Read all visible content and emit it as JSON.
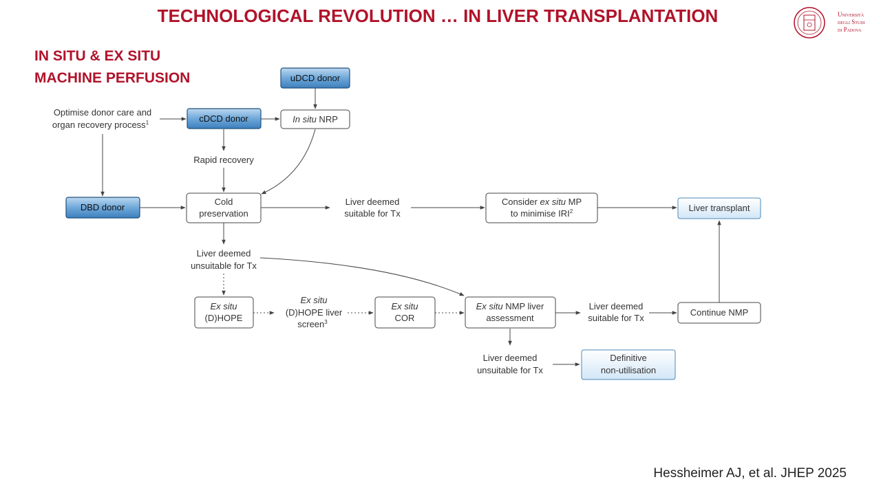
{
  "slide": {
    "title": "TECHNOLOGICAL REVOLUTION … IN LIVER TRANSPLANTATION",
    "subtitle_line1": "IN SITU & EX SITU",
    "subtitle_line2": "MACHINE PERFUSION",
    "logo_text_line1": "Università",
    "logo_text_line2": "degli Studi",
    "logo_text_line3": "di Padova",
    "citation": "Hessheimer AJ, et al. JHEP 2025"
  },
  "nodes": {
    "udcd": {
      "line1": "uDCD donor"
    },
    "cdcd": {
      "line1": "cDCD donor"
    },
    "nrp": {
      "italic": "In situ",
      "rest": " NRP"
    },
    "dbd": {
      "line1": "DBD donor"
    },
    "cold": {
      "line1": "Cold",
      "line2": "preservation"
    },
    "consider": {
      "pre": "Consider ",
      "italic": "ex situ",
      "post": " MP",
      "line2": "to minimise IRI",
      "sup": "2"
    },
    "transplant": {
      "line1": "Liver transplant"
    },
    "dhope": {
      "italic": "Ex situ",
      "line2": "(D)HOPE"
    },
    "cor": {
      "italic": "Ex situ",
      "line2": "COR"
    },
    "nmp": {
      "italic": "Ex situ",
      "rest": " NMP liver",
      "line2": "assessment"
    },
    "continue": {
      "line1": "Continue NMP"
    },
    "nonutil": {
      "line1": "Definitive",
      "line2": "non-utilisation"
    }
  },
  "labels": {
    "optimise": {
      "line1": "Optimise donor care and",
      "line2": "organ recovery process",
      "sup": "1"
    },
    "rapid": {
      "line1": "Rapid recovery"
    },
    "suitable1": {
      "line1": "Liver deemed",
      "line2": "suitable for Tx"
    },
    "unsuitable1": {
      "line1": "Liver deemed",
      "line2": "unsuitable for Tx"
    },
    "screen": {
      "italic": "Ex situ",
      "line2": "(D)HOPE liver",
      "line3": "screen",
      "sup": "3"
    },
    "suitable2": {
      "line1": "Liver deemed",
      "line2": "suitable for Tx"
    },
    "unsuitable2": {
      "line1": "Liver deemed",
      "line2": "unsuitable for Tx"
    }
  },
  "colors": {
    "title_red": "#b0132a",
    "donor_blue": "#5b9bd5",
    "light_blue": "#e3f0fb"
  }
}
